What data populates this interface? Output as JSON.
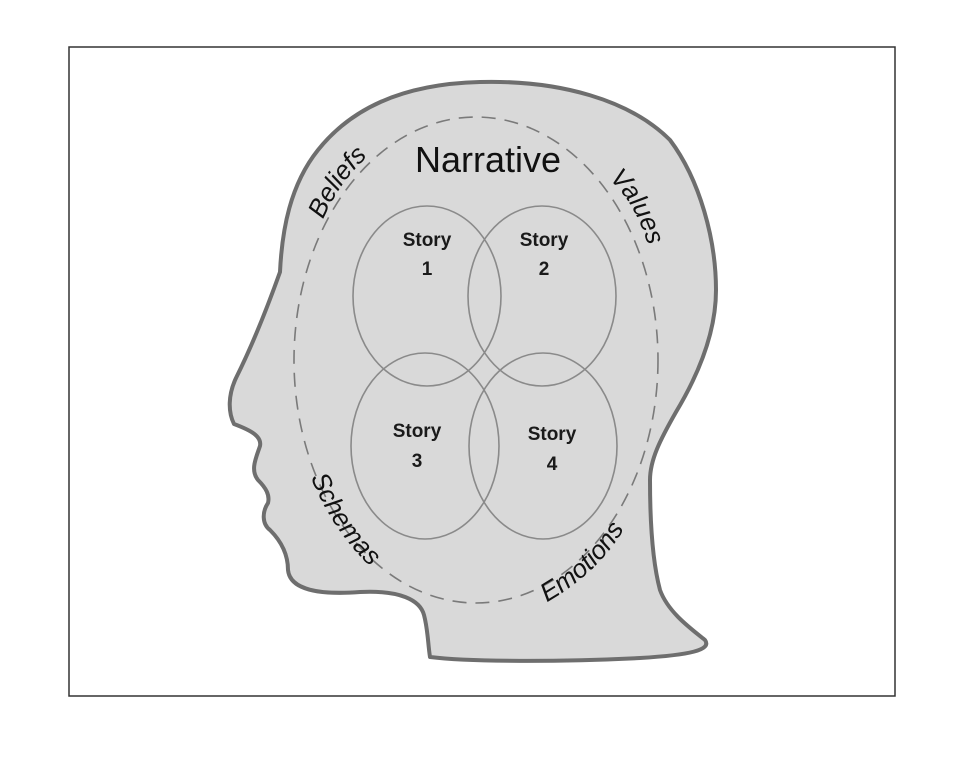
{
  "diagram": {
    "title": "Narrative",
    "surrounding_labels": {
      "top_left": "Beliefs",
      "top_right": "Values",
      "bottom_left": "Schemas",
      "bottom_right": "Emotions"
    },
    "stories": [
      {
        "word": "Story",
        "number": "1"
      },
      {
        "word": "Story",
        "number": "2"
      },
      {
        "word": "Story",
        "number": "3"
      },
      {
        "word": "Story",
        "number": "4"
      }
    ]
  }
}
